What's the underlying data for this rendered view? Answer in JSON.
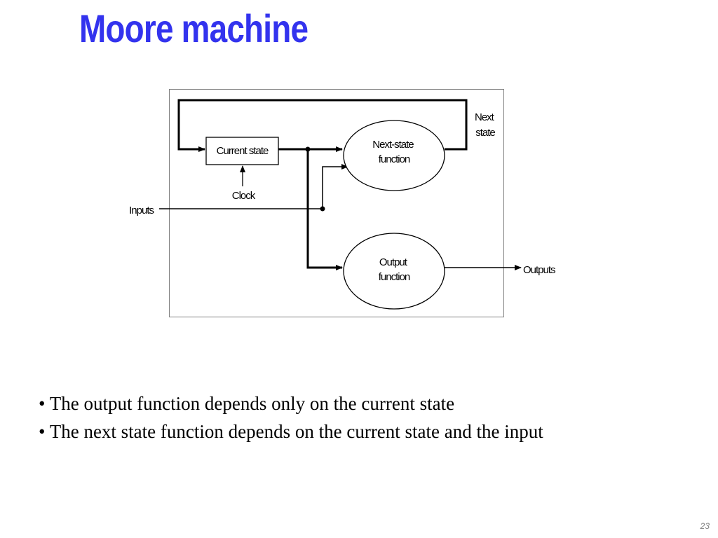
{
  "slide": {
    "title": "Moore machine",
    "page_number": "23"
  },
  "diagram": {
    "current_state_label": "Current state",
    "clock_label": "Clock",
    "inputs_label": "Inputs",
    "next_state_function_label": [
      "Next-state",
      "function"
    ],
    "output_function_label": [
      "Output",
      "function"
    ],
    "next_state_label": [
      "Next",
      "state"
    ],
    "outputs_label": "Outputs"
  },
  "bullets": [
    "• The output function depends only on the current state",
    "• The next state function depends on the current state and the input"
  ],
  "colors": {
    "title": "#3333ee",
    "text": "#000000",
    "page_number": "#7f7f7f"
  }
}
